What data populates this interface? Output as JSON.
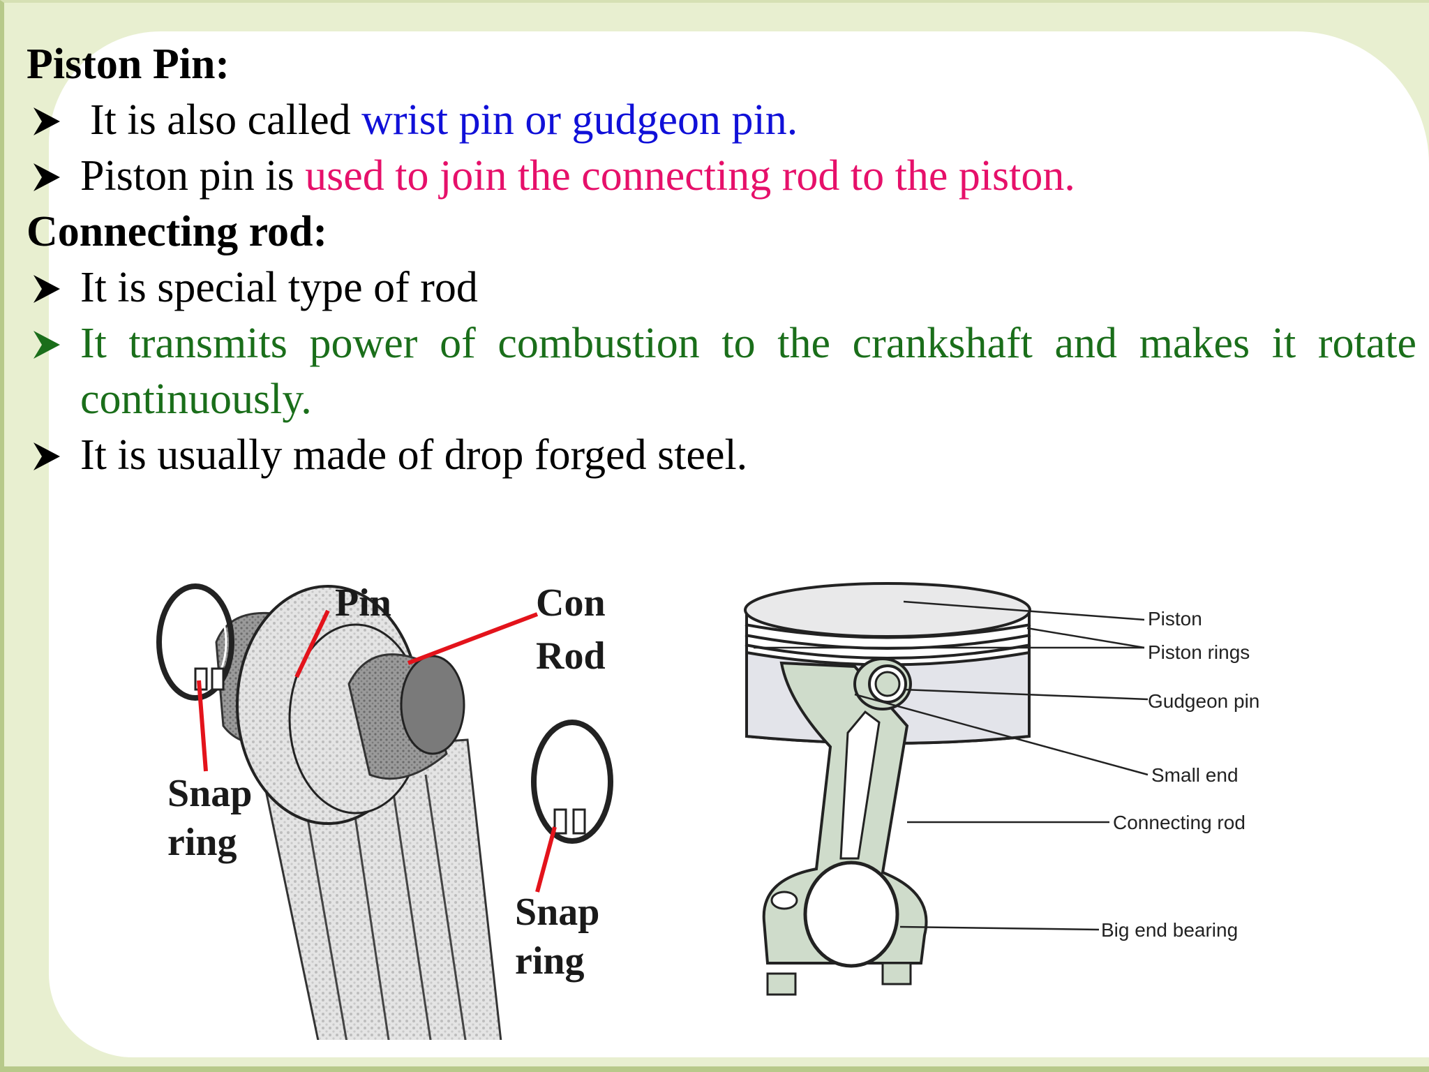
{
  "text": {
    "piston_pin_heading": "Piston Pin:",
    "b1_prefix": "It is also called ",
    "b1_colored": "wrist pin or gudgeon pin.",
    "b2_prefix": "Piston pin is ",
    "b2_colored": "used to join the connecting rod to the piston.",
    "connecting_rod_heading": "Connecting rod:",
    "b3": "It is special type of rod",
    "b4_line1": "It transmits power of combustion to the crankshaft and makes it rotate",
    "b4_line2": "continuously.",
    "b5": "It is usually made of drop forged steel."
  },
  "figure_left": {
    "pin": "Pin",
    "con": "Con",
    "rod": "Rod",
    "snap1_a": "Snap",
    "snap1_b": "ring",
    "snap2_a": "Snap",
    "snap2_b": "ring"
  },
  "figure_right": {
    "piston": "Piston",
    "piston_rings": "Piston rings",
    "gudgeon_pin": "Gudgeon pin",
    "small_end": "Small end",
    "connecting_rod": "Connecting rod",
    "big_end_bearing": "Big end bearing"
  },
  "colors": {
    "blue": "#1010d8",
    "pink": "#e6106a",
    "green": "#1a6e1a",
    "border": "#b7c98a",
    "rod_fill": "#cfdccb"
  }
}
